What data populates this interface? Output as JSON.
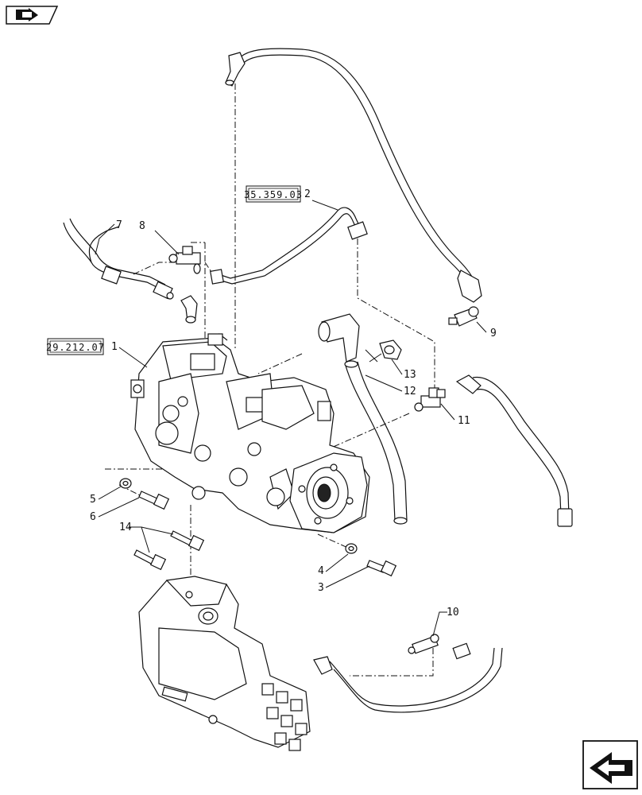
{
  "icons": {
    "nav_top": "back-arrow-icon",
    "nav_bottom": "forward-page-icon"
  },
  "references": [
    {
      "id": "ref-35",
      "text": "35.359.03"
    },
    {
      "id": "ref-29",
      "text": "29.212.07"
    }
  ],
  "callouts": [
    "1",
    "2",
    "3",
    "4",
    "5",
    "6",
    "7",
    "8",
    "9",
    "10",
    "11",
    "12",
    "13",
    "14"
  ]
}
